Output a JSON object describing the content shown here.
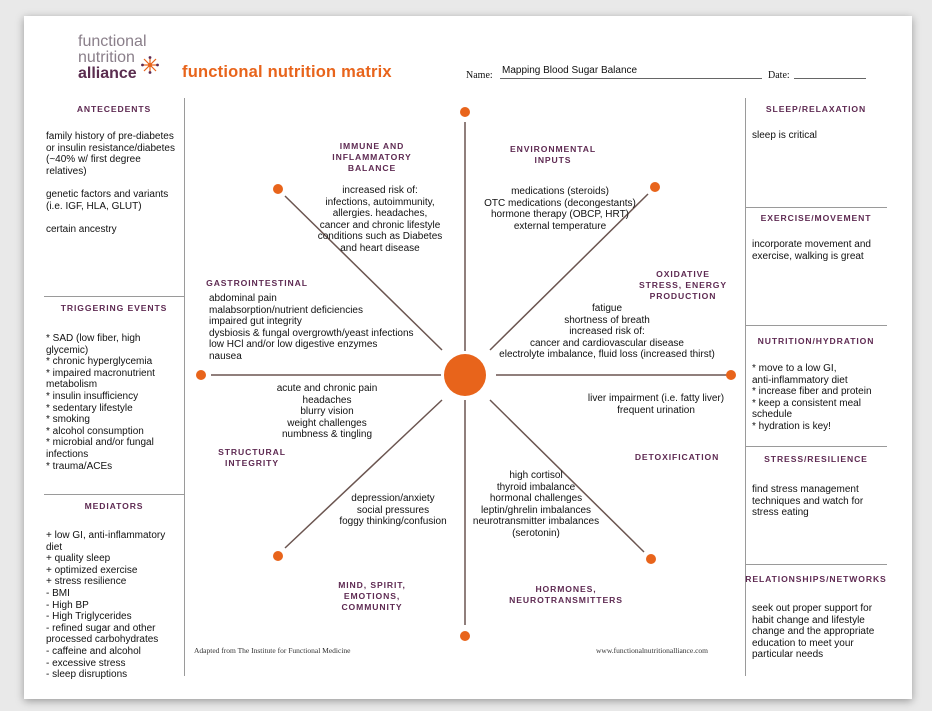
{
  "logo": {
    "line1": "functional",
    "line2": "nutrition",
    "line3": "alliance",
    "icon": "starburst-icon"
  },
  "title": "functional nutrition matrix",
  "name_label": "Name:",
  "name_value": "Mapping Blood Sugar Balance",
  "date_label": "Date:",
  "left": {
    "antecedents": {
      "heading": "ANTECEDENTS",
      "text": "family history of pre-diabetes\nor insulin resistance/diabetes\n(~40% w/ first degree\nrelatives)\n\ngenetic factors and variants\n(i.e. IGF, HLA, GLUT)\n\ncertain ancestry"
    },
    "triggering": {
      "heading": "TRIGGERING EVENTS",
      "text": "* SAD (low fiber, high\nglycemic)\n* chronic hyperglycemia\n* impaired macronutrient\nmetabolism\n* insulin insufficiency\n* sedentary lifestyle\n* smoking\n* alcohol consumption\n* microbial and/or fungal\ninfections\n* trauma/ACEs"
    },
    "mediators": {
      "heading": "MEDIATORS",
      "text": "+ low GI, anti-inflammatory\ndiet\n+ quality sleep\n+ optimized exercise\n+ stress resilience\n- BMI\n- High BP\n- High Triglycerides\n- refined sugar and other\nprocessed carbohydrates\n- caffeine and alcohol\n- excessive stress\n- sleep disruptions"
    }
  },
  "right": {
    "sleep": {
      "heading": "SLEEP/RELAXATION",
      "text": "sleep is critical"
    },
    "exercise": {
      "heading": "EXERCISE/MOVEMENT",
      "text": "incorporate movement and\nexercise, walking is great"
    },
    "nutrition": {
      "heading": "NUTRITION/HYDRATION",
      "text": "* move to a low GI,\nanti-inflammatory diet\n* increase fiber and protein\n* keep a consistent meal\nschedule\n* hydration is key!"
    },
    "stress": {
      "heading": "STRESS/RESILIENCE",
      "text": "find stress management\ntechniques and watch for\nstress eating"
    },
    "relationships": {
      "heading": "RELATIONSHIPS/NETWORKS",
      "text": "seek out proper support for\nhabit change and lifestyle\nchange and the appropriate\neducation to meet your\nparticular needs"
    }
  },
  "matrix": {
    "immune": {
      "heading": "IMMUNE AND\nINFLAMMATORY\nBALANCE",
      "text": "increased risk of:\ninfections, autoimmunity,\nallergies. headaches,\ncancer and chronic lifestyle\nconditions such as Diabetes\nand heart disease"
    },
    "environmental": {
      "heading": "ENVIRONMENTAL\nINPUTS",
      "text": "medications (steroids)\nOTC medications (decongestants)\nhormone therapy (OBCP, HRT)\nexternal temperature"
    },
    "oxidative": {
      "heading": "OXIDATIVE\nSTRESS, ENERGY\nPRODUCTION",
      "text": "fatigue\nshortness of breath\nincreased risk of:\ncancer and cardiovascular disease\nelectrolyte imbalance, fluid loss (increased thirst)"
    },
    "gi": {
      "heading": "GASTROINTESTINAL",
      "text": "abdominal pain\nmalabsorption/nutrient deficiencies\nimpaired gut integrity\ndysbiosis & fungal overgrowth/yeast infections\nlow HCl and/or low digestive enzymes\nnausea"
    },
    "structural": {
      "heading": "STRUCTURAL\nINTEGRITY",
      "text": "acute and chronic pain\nheadaches\nblurry vision\nweight challenges\nnumbness & tingling"
    },
    "detox": {
      "heading": "DETOXIFICATION",
      "text": "liver impairment (i.e. fatty liver)\nfrequent urination"
    },
    "mind": {
      "heading": "MIND, SPIRIT,\nEMOTIONS,\nCOMMUNITY",
      "text": "depression/anxiety\nsocial pressures\nfoggy thinking/confusion"
    },
    "hormones": {
      "heading": "HORMONES,\nNEUROTRANSMITTERS",
      "text": "high cortisol\nthyroid imbalance\nhormonal challenges\nleptin/ghrelin imbalances\nneurotransmitter imbalances\n(serotonin)"
    }
  },
  "footer": {
    "left": "Adapted from The Institute for Functional Medicine",
    "right": "www.functionalnutritionalliance.com"
  },
  "colors": {
    "accent": "#e8641b",
    "heading": "#5e2a52",
    "spoke": "#6b5550",
    "divider": "#9a9a9a"
  }
}
